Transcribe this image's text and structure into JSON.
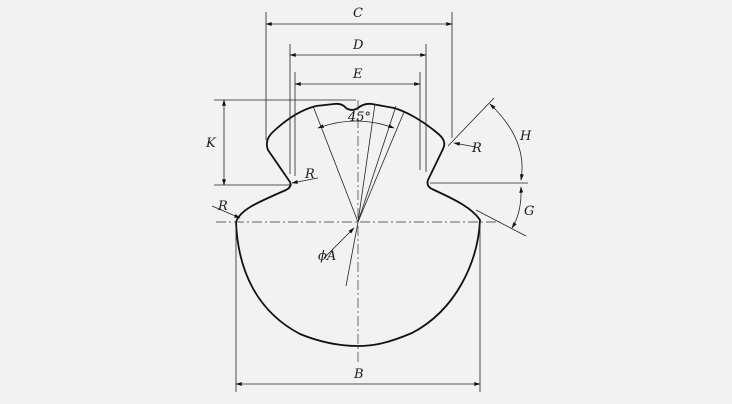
{
  "labels": {
    "C": "C",
    "D": "D",
    "E": "E",
    "K": "K",
    "B": "B",
    "H": "H",
    "G": "G",
    "R": "R",
    "phiA": "ϕA",
    "angle": "45°"
  },
  "colors": {
    "background": "#f2f2f2",
    "line": "#111111"
  }
}
